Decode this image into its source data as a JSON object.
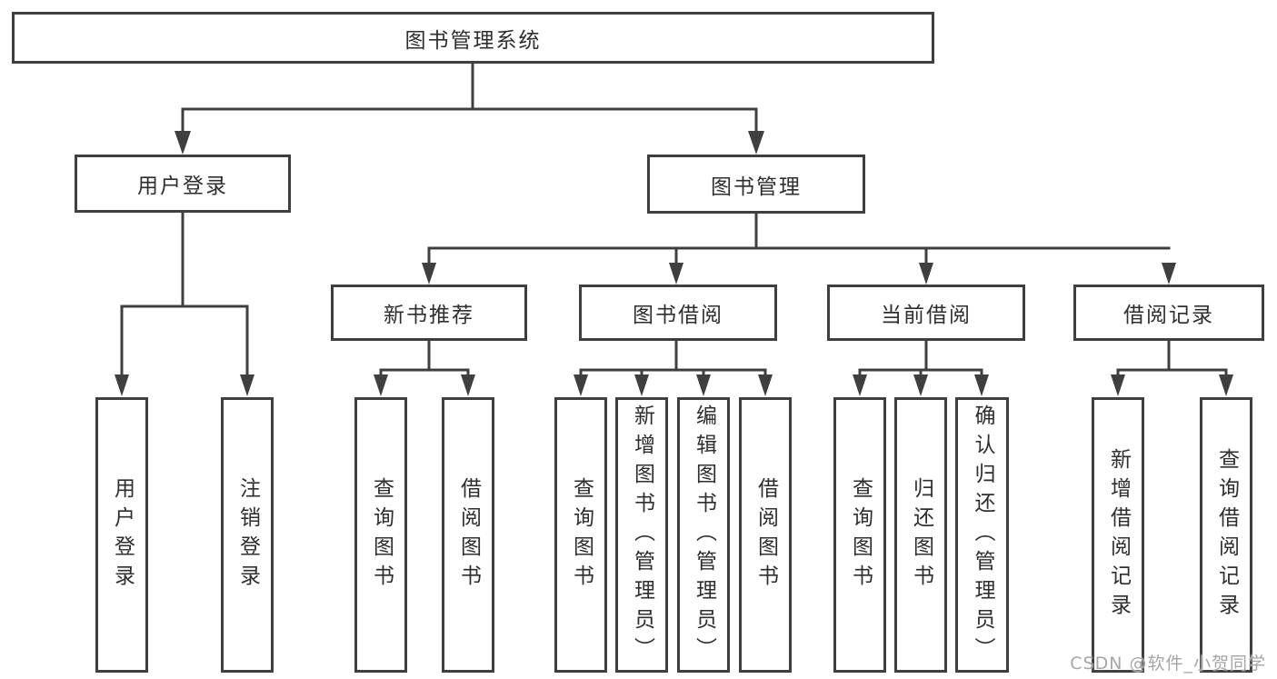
{
  "colors": {
    "line": "#3f3f3f",
    "box_border": "#3f3f3f",
    "text": "#2e2e2e",
    "background": "#ffffff",
    "watermark": "#a6a6a6"
  },
  "watermark": {
    "text": "CSDN @软件_小贺同学"
  },
  "tree": {
    "root": {
      "label": "图书管理系统"
    },
    "children": [
      {
        "label": "用户登录",
        "children": [
          {
            "label": "用户登录"
          },
          {
            "label": "注销登录"
          }
        ]
      },
      {
        "label": "图书管理",
        "children": [
          {
            "label": "新书推荐",
            "children": [
              {
                "label": "查询图书"
              },
              {
                "label": "借阅图书"
              }
            ]
          },
          {
            "label": "图书借阅",
            "children": [
              {
                "label": "查询图书"
              },
              {
                "label": "新增图书（管理员）"
              },
              {
                "label": "编辑图书（管理员）"
              },
              {
                "label": "借阅图书"
              }
            ]
          },
          {
            "label": "当前借阅",
            "children": [
              {
                "label": "查询图书"
              },
              {
                "label": "归还图书"
              },
              {
                "label": "确认归还（管理员）"
              }
            ]
          },
          {
            "label": "借阅记录",
            "children": [
              {
                "label": "新增借阅记录"
              },
              {
                "label": "查询借阅记录"
              }
            ]
          }
        ]
      }
    ]
  }
}
